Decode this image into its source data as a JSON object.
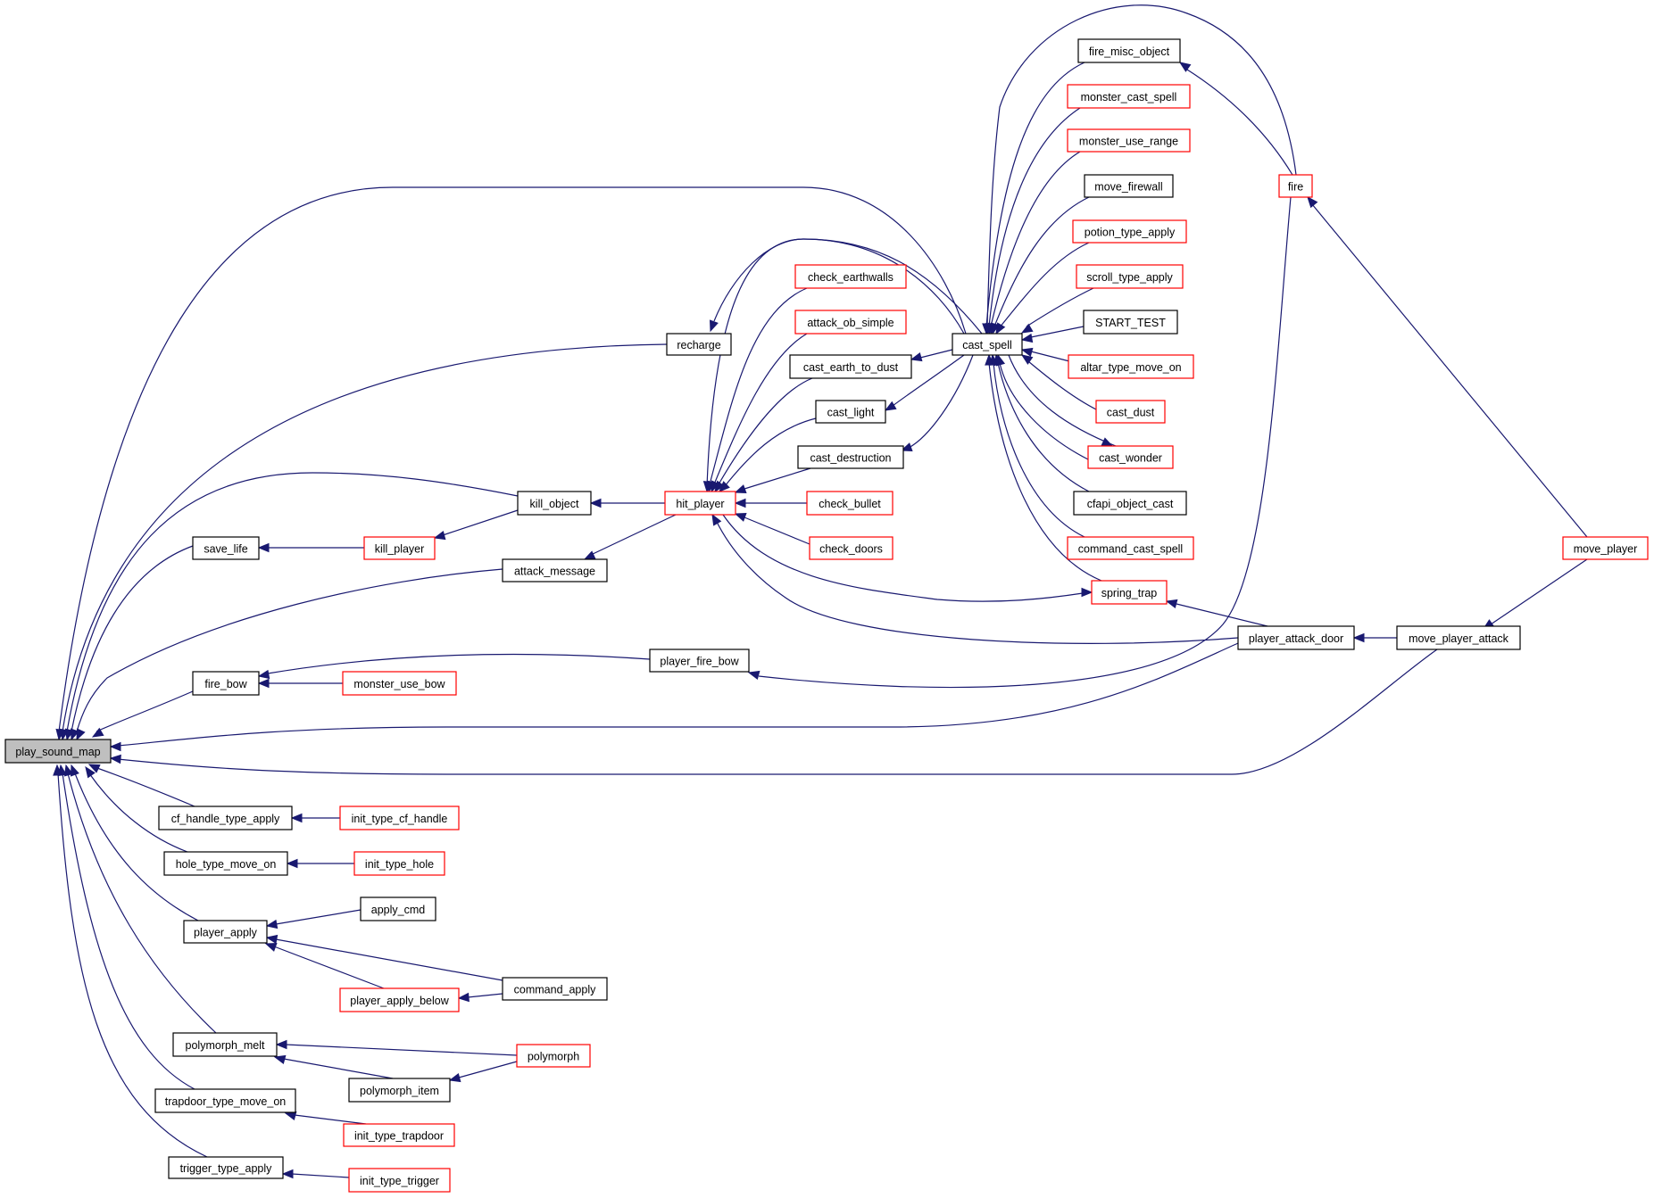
{
  "graph": {
    "type": "caller-graph",
    "root": "play_sound_map",
    "colors": {
      "edge": "#191970",
      "node_border_documented": "#000000",
      "node_border_external": "#ff0000",
      "root_fill": "#bfbfbf",
      "node_fill": "#ffffff"
    },
    "nodes": [
      {
        "id": "play_sound_map",
        "label": "play_sound_map",
        "style": "root"
      },
      {
        "id": "recharge",
        "label": "recharge",
        "style": "normal"
      },
      {
        "id": "kill_object",
        "label": "kill_object",
        "style": "normal"
      },
      {
        "id": "save_life",
        "label": "save_life",
        "style": "normal"
      },
      {
        "id": "kill_player",
        "label": "kill_player",
        "style": "external"
      },
      {
        "id": "attack_message",
        "label": "attack_message",
        "style": "normal"
      },
      {
        "id": "fire_bow",
        "label": "fire_bow",
        "style": "normal"
      },
      {
        "id": "monster_use_bow",
        "label": "monster_use_bow",
        "style": "external"
      },
      {
        "id": "player_fire_bow",
        "label": "player_fire_bow",
        "style": "normal"
      },
      {
        "id": "hit_player",
        "label": "hit_player",
        "style": "external"
      },
      {
        "id": "check_earthwalls",
        "label": "check_earthwalls",
        "style": "external"
      },
      {
        "id": "attack_ob_simple",
        "label": "attack_ob_simple",
        "style": "external"
      },
      {
        "id": "cast_earth_to_dust",
        "label": "cast_earth_to_dust",
        "style": "normal"
      },
      {
        "id": "cast_light",
        "label": "cast_light",
        "style": "normal"
      },
      {
        "id": "cast_destruction",
        "label": "cast_destruction",
        "style": "normal"
      },
      {
        "id": "check_bullet",
        "label": "check_bullet",
        "style": "external"
      },
      {
        "id": "check_doors",
        "label": "check_doors",
        "style": "external"
      },
      {
        "id": "cast_spell",
        "label": "cast_spell",
        "style": "normal"
      },
      {
        "id": "fire_misc_object",
        "label": "fire_misc_object",
        "style": "normal"
      },
      {
        "id": "monster_cast_spell",
        "label": "monster_cast_spell",
        "style": "external"
      },
      {
        "id": "monster_use_range",
        "label": "monster_use_range",
        "style": "external"
      },
      {
        "id": "move_firewall",
        "label": "move_firewall",
        "style": "normal"
      },
      {
        "id": "potion_type_apply",
        "label": "potion_type_apply",
        "style": "external"
      },
      {
        "id": "scroll_type_apply",
        "label": "scroll_type_apply",
        "style": "external"
      },
      {
        "id": "START_TEST",
        "label": "START_TEST",
        "style": "normal"
      },
      {
        "id": "altar_type_move_on",
        "label": "altar_type_move_on",
        "style": "external"
      },
      {
        "id": "cast_dust",
        "label": "cast_dust",
        "style": "external"
      },
      {
        "id": "cast_wonder",
        "label": "cast_wonder",
        "style": "external"
      },
      {
        "id": "cfapi_object_cast",
        "label": "cfapi_object_cast",
        "style": "normal"
      },
      {
        "id": "command_cast_spell",
        "label": "command_cast_spell",
        "style": "external"
      },
      {
        "id": "spring_trap",
        "label": "spring_trap",
        "style": "external"
      },
      {
        "id": "fire",
        "label": "fire",
        "style": "external"
      },
      {
        "id": "player_attack_door",
        "label": "player_attack_door",
        "style": "normal"
      },
      {
        "id": "move_player_attack",
        "label": "move_player_attack",
        "style": "normal"
      },
      {
        "id": "move_player",
        "label": "move_player",
        "style": "external"
      },
      {
        "id": "cf_handle_type_apply",
        "label": "cf_handle_type_apply",
        "style": "normal"
      },
      {
        "id": "init_type_cf_handle",
        "label": "init_type_cf_handle",
        "style": "external"
      },
      {
        "id": "hole_type_move_on",
        "label": "hole_type_move_on",
        "style": "normal"
      },
      {
        "id": "init_type_hole",
        "label": "init_type_hole",
        "style": "external"
      },
      {
        "id": "apply_cmd",
        "label": "apply_cmd",
        "style": "normal"
      },
      {
        "id": "player_apply",
        "label": "player_apply",
        "style": "normal"
      },
      {
        "id": "command_apply",
        "label": "command_apply",
        "style": "normal"
      },
      {
        "id": "player_apply_below",
        "label": "player_apply_below",
        "style": "external"
      },
      {
        "id": "polymorph_melt",
        "label": "polymorph_melt",
        "style": "normal"
      },
      {
        "id": "polymorph",
        "label": "polymorph",
        "style": "external"
      },
      {
        "id": "polymorph_item",
        "label": "polymorph_item",
        "style": "normal"
      },
      {
        "id": "trapdoor_type_move_on",
        "label": "trapdoor_type_move_on",
        "style": "normal"
      },
      {
        "id": "init_type_trapdoor",
        "label": "init_type_trapdoor",
        "style": "external"
      },
      {
        "id": "trigger_type_apply",
        "label": "trigger_type_apply",
        "style": "normal"
      },
      {
        "id": "init_type_trigger",
        "label": "init_type_trigger",
        "style": "external"
      }
    ],
    "edges": [
      {
        "from": "recharge",
        "to": "play_sound_map"
      },
      {
        "from": "cast_spell",
        "to": "play_sound_map"
      },
      {
        "from": "kill_object",
        "to": "play_sound_map"
      },
      {
        "from": "save_life",
        "to": "play_sound_map"
      },
      {
        "from": "attack_message",
        "to": "play_sound_map"
      },
      {
        "from": "fire_bow",
        "to": "play_sound_map"
      },
      {
        "from": "player_attack_door",
        "to": "play_sound_map"
      },
      {
        "from": "move_player_attack",
        "to": "play_sound_map"
      },
      {
        "from": "cf_handle_type_apply",
        "to": "play_sound_map"
      },
      {
        "from": "hole_type_move_on",
        "to": "play_sound_map"
      },
      {
        "from": "player_apply",
        "to": "play_sound_map"
      },
      {
        "from": "polymorph_melt",
        "to": "play_sound_map"
      },
      {
        "from": "trapdoor_type_move_on",
        "to": "play_sound_map"
      },
      {
        "from": "trigger_type_apply",
        "to": "play_sound_map"
      },
      {
        "from": "cast_spell",
        "to": "recharge"
      },
      {
        "from": "hit_player",
        "to": "kill_object"
      },
      {
        "from": "kill_object",
        "to": "kill_player"
      },
      {
        "from": "kill_player",
        "to": "save_life"
      },
      {
        "from": "hit_player",
        "to": "attack_message"
      },
      {
        "from": "player_fire_bow",
        "to": "fire_bow"
      },
      {
        "from": "monster_use_bow",
        "to": "fire_bow"
      },
      {
        "from": "fire",
        "to": "player_fire_bow"
      },
      {
        "from": "check_earthwalls",
        "to": "hit_player"
      },
      {
        "from": "attack_ob_simple",
        "to": "hit_player"
      },
      {
        "from": "cast_earth_to_dust",
        "to": "hit_player"
      },
      {
        "from": "cast_light",
        "to": "hit_player"
      },
      {
        "from": "cast_destruction",
        "to": "hit_player"
      },
      {
        "from": "check_bullet",
        "to": "hit_player"
      },
      {
        "from": "check_doors",
        "to": "hit_player"
      },
      {
        "from": "player_attack_door",
        "to": "hit_player"
      },
      {
        "from": "hit_player",
        "to": "spring_trap"
      },
      {
        "from": "cast_spell",
        "to": "hit_player"
      },
      {
        "from": "cast_spell",
        "to": "cast_earth_to_dust"
      },
      {
        "from": "cast_spell",
        "to": "cast_light"
      },
      {
        "from": "cast_spell",
        "to": "cast_destruction"
      },
      {
        "from": "fire_misc_object",
        "to": "cast_spell"
      },
      {
        "from": "monster_cast_spell",
        "to": "cast_spell"
      },
      {
        "from": "monster_use_range",
        "to": "cast_spell"
      },
      {
        "from": "move_firewall",
        "to": "cast_spell"
      },
      {
        "from": "potion_type_apply",
        "to": "cast_spell"
      },
      {
        "from": "scroll_type_apply",
        "to": "cast_spell"
      },
      {
        "from": "START_TEST",
        "to": "cast_spell"
      },
      {
        "from": "altar_type_move_on",
        "to": "cast_spell"
      },
      {
        "from": "cast_dust",
        "to": "cast_spell"
      },
      {
        "from": "cast_wonder",
        "to": "cast_spell"
      },
      {
        "from": "cast_spell",
        "to": "cast_wonder"
      },
      {
        "from": "cfapi_object_cast",
        "to": "cast_spell"
      },
      {
        "from": "command_cast_spell",
        "to": "cast_spell"
      },
      {
        "from": "spring_trap",
        "to": "cast_spell"
      },
      {
        "from": "fire",
        "to": "cast_spell"
      },
      {
        "from": "fire",
        "to": "fire_misc_object"
      },
      {
        "from": "move_player",
        "to": "fire"
      },
      {
        "from": "player_attack_door",
        "to": "spring_trap"
      },
      {
        "from": "move_player_attack",
        "to": "player_attack_door"
      },
      {
        "from": "move_player",
        "to": "move_player_attack"
      },
      {
        "from": "init_type_cf_handle",
        "to": "cf_handle_type_apply"
      },
      {
        "from": "init_type_hole",
        "to": "hole_type_move_on"
      },
      {
        "from": "apply_cmd",
        "to": "player_apply"
      },
      {
        "from": "command_apply",
        "to": "player_apply"
      },
      {
        "from": "player_apply_below",
        "to": "player_apply"
      },
      {
        "from": "command_apply",
        "to": "player_apply_below"
      },
      {
        "from": "polymorph",
        "to": "polymorph_melt"
      },
      {
        "from": "polymorph_item",
        "to": "polymorph_melt"
      },
      {
        "from": "polymorph",
        "to": "polymorph_item"
      },
      {
        "from": "init_type_trapdoor",
        "to": "trapdoor_type_move_on"
      },
      {
        "from": "init_type_trigger",
        "to": "trigger_type_apply"
      }
    ]
  }
}
